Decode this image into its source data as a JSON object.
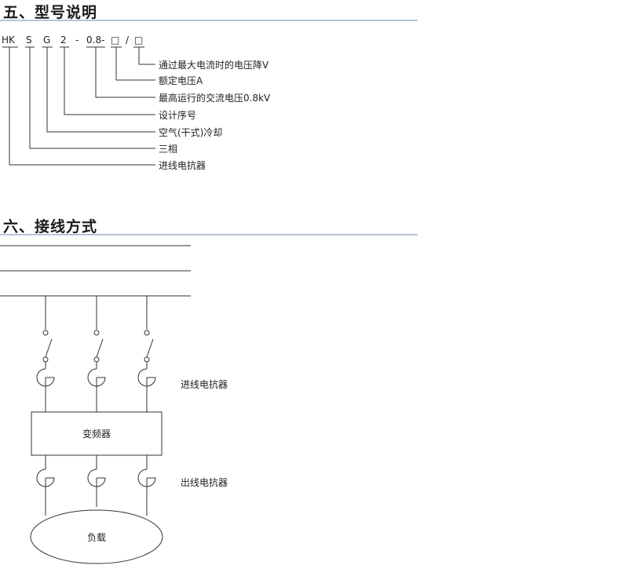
{
  "section5": {
    "title": "五、型号说明",
    "code_parts": [
      "HK",
      "S",
      "G",
      "2",
      "-",
      "0.8-",
      "□",
      "/",
      "□"
    ],
    "explanations": [
      "通过最大电流时的电压降V",
      "额定电压A",
      "最高运行的交流电压0.8kV",
      "设计序号",
      "空气(干式)冷却",
      "三相",
      "进线电抗器"
    ]
  },
  "section6": {
    "title": "六、接线方式",
    "labels": {
      "input_reactor": "进线电抗器",
      "inverter": "变频器",
      "output_reactor": "出线电抗器",
      "load": "负载"
    }
  }
}
